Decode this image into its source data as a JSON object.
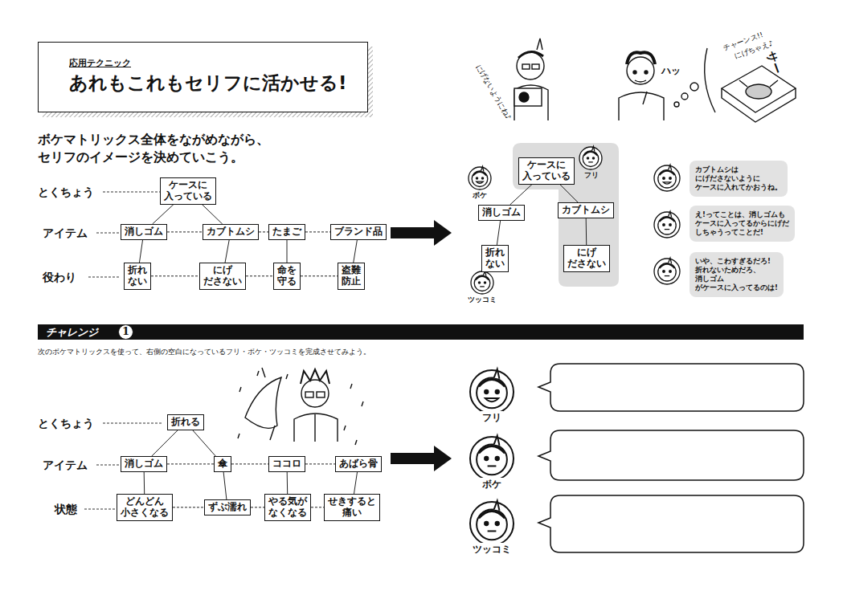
{
  "diagram": {
    "nodes": [
      {
        "text": [
          "応用テクニック",
          "あれもこれもセリフに活かせる!"
        ]
      },
      {
        "text": [
          "ケースに 入っている"
        ]
      },
      {
        "text": [
          "消しゴム"
        ]
      },
      {
        "text": [
          "カブトムシ"
        ]
      },
      {
        "text": [
          "たまご"
        ]
      },
      {
        "text": [
          "ブランド品"
        ]
      },
      {
        "text": [
          "折れ ない"
        ]
      },
      {
        "text": [
          "にげ ださない"
        ]
      },
      {
        "text": [
          "命を 守る"
        ]
      },
      {
        "text": [
          "盗難 防止"
        ]
      },
      {
        "text": [
          "ケースに 入っている"
        ]
      },
      {
        "text": [
          "消しゴム"
        ]
      },
      {
        "text": [
          "カブトムシ"
        ]
      },
      {
        "text": [
          "折れ ない"
        ]
      },
      {
        "text": [
          "にげ ださない"
        ]
      },
      {
        "text": [
          "カブトムシは にげださないように ケースに入れてかおうね。"
        ]
      },
      {
        "text": [
          "え!ってことは、消しゴムも ケースに入ってるからにげだ しちゃうってことだ!"
        ]
      },
      {
        "text": [
          "いや、こわすぎるだろ! 折れないためだろ、消しゴム がケースに入ってるのは!"
        ]
      },
      {
        "text": [
          "チャレンジ"
        ]
      },
      {
        "text": [
          "1"
        ],
        "in": 18
      },
      {
        "text": [
          "折れる"
        ]
      },
      {
        "text": [
          "消しゴム"
        ]
      },
      {
        "text": [
          "傘"
        ]
      },
      {
        "text": [
          "ココロ"
        ]
      },
      {
        "text": [
          "あばら骨"
        ]
      },
      {
        "text": [
          "どんどん 小さくなる"
        ]
      },
      {
        "text": [
          "ずぶ濡れ"
        ]
      },
      {
        "text": [
          "やる気が なくなる"
        ]
      },
      {
        "text": [
          "せきすると 痛い"
        ]
      }
    ],
    "edges": [
      {
        "from": 1,
        "to": 2,
        "arrow": "none"
      },
      {
        "from": 1,
        "to": 3,
        "arrow": "none"
      },
      {
        "from": 2,
        "to": 3,
        "arrow": "none"
      },
      {
        "from": 3,
        "to": 4,
        "arrow": "none"
      },
      {
        "from": 4,
        "to": 5,
        "arrow": "none"
      },
      {
        "from": 2,
        "to": 6,
        "arrow": "none"
      },
      {
        "from": 3,
        "to": 7,
        "arrow": "none"
      },
      {
        "from": 4,
        "to": 8,
        "arrow": "none"
      },
      {
        "from": 5,
        "to": 9,
        "arrow": "none"
      },
      {
        "from": 6,
        "to": 7,
        "arrow": "none"
      },
      {
        "from": 7,
        "to": 8,
        "arrow": "none"
      },
      {
        "from": 8,
        "to": 9,
        "arrow": "none"
      },
      {
        "from": 10,
        "to": 11,
        "arrow": "none"
      },
      {
        "from": 10,
        "to": 12,
        "arrow": "none"
      },
      {
        "from": 11,
        "to": 13,
        "arrow": "none"
      },
      {
        "from": 12,
        "to": 14,
        "arrow": "none"
      },
      {
        "from": 20,
        "to": 21,
        "arrow": "none"
      },
      {
        "from": 20,
        "to": 22,
        "arrow": "none"
      },
      {
        "from": 21,
        "to": 22,
        "arrow": "none"
      },
      {
        "from": 22,
        "to": 23,
        "arrow": "none"
      },
      {
        "from": 23,
        "to": 24,
        "arrow": "none"
      },
      {
        "from": 21,
        "to": 25,
        "arrow": "none"
      },
      {
        "from": 22,
        "to": 26,
        "arrow": "none"
      },
      {
        "from": 23,
        "to": 27,
        "arrow": "none"
      },
      {
        "from": 24,
        "to": 28,
        "arrow": "none"
      },
      {
        "from": 25,
        "to": 26,
        "arrow": "none"
      },
      {
        "from": 26,
        "to": 27,
        "arrow": "none"
      },
      {
        "from": 27,
        "to": 28,
        "arrow": "none"
      }
    ],
    "labels": [
      "ボケマトリックス全体をながめながら、 セリフのイメージを決めていこう。",
      "とくちょう",
      "アイテム",
      "役わり",
      "ボケ",
      "フリ",
      "ツッコミ",
      "次のボケマトリックスを使って、右側の空白になっているフリ・ボケ・ツッコミを完成させてみよう。",
      "とくちょう",
      "アイテム",
      "状態",
      "フリ",
      "ボケ",
      "ツッコミ",
      "にげないようにね♪",
      "ハッ",
      "チャーンス!!",
      "にげちゃえ♪",
      "サー"
    ]
  }
}
